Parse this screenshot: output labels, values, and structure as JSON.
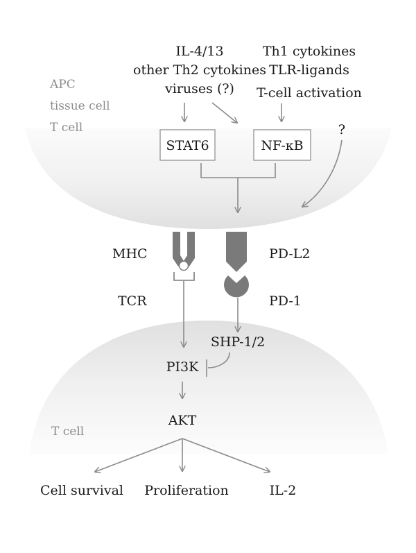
{
  "cell_labels": {
    "apc_cell": [
      "APC",
      "tissue cell",
      "T cell"
    ],
    "t_cell": "T cell"
  },
  "stimuli": {
    "left": [
      "IL-4/13",
      "other Th2 cytokines",
      "viruses (?)"
    ],
    "right": [
      "Th1 cytokines",
      "TLR-ligands",
      "T-cell activation"
    ],
    "unknown": "?"
  },
  "transcription_factors": {
    "stat6": "STAT6",
    "nfkb": "NF-κB"
  },
  "receptors": {
    "mhc": "MHC",
    "pdl2": "PD-L2",
    "tcr": "TCR",
    "pd1": "PD-1"
  },
  "signaling": {
    "shp": "SHP-1/2",
    "pi3k": "PI3K",
    "akt": "AKT"
  },
  "outcomes": [
    "Cell survival",
    "Proliferation",
    "IL-2"
  ],
  "colors": {
    "cell_fill_light": "#f7f7f7",
    "cell_fill_dark": "#e3e3e3",
    "receptor_gray": "#7a7a7a",
    "arrow_gray": "#8a8a8a"
  }
}
